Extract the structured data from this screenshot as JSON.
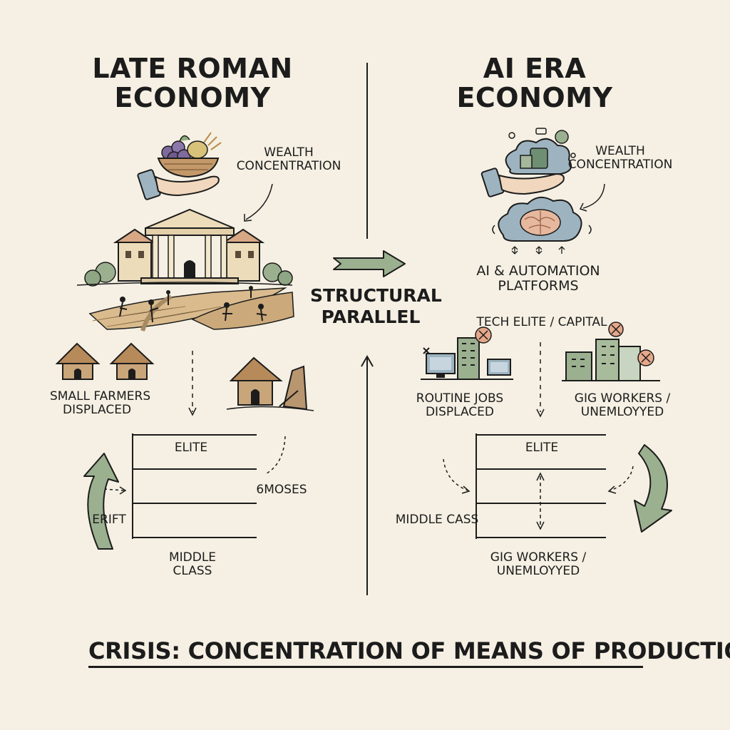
{
  "left": {
    "title_line1": "LATE ROMAN",
    "title_line2": "ECONOMY",
    "wealth_label_line1": "WEALTH",
    "wealth_label_line2": "CONCENTRATION",
    "farmers_line1": "SMALL FARMERS",
    "farmers_line2": "DISPLACED",
    "strata_top": "ELITE",
    "strata_side": "6MOSES",
    "strata_shift": "ERIFT",
    "strata_bottom_line1": "MIDDLE",
    "strata_bottom_line2": "CLASS"
  },
  "center": {
    "line1": "STRUCTURAL",
    "line2": "PARALLEL"
  },
  "right": {
    "title_line1": "AI ERA",
    "title_line2": "ECONOMY",
    "wealth_label_line1": "WEALTH",
    "wealth_label_line2": "CONCENTRATION",
    "platforms_line1": "AI & AUTOMATION",
    "platforms_line2": "PLATFORMS",
    "tech_elite": "TECH ELITE / CAPITAL",
    "routine_line1": "ROUTINE JOBS",
    "routine_line2": "DISPLACED",
    "gig_top_line1": "GIG WORKERS /",
    "gig_top_line2": "UNEMLOYYED",
    "strata_top": "ELITE",
    "strata_middle": "MIDDLE CASS",
    "gig_bottom_line1": "GIG WORKERS /",
    "gig_bottom_line2": "UNEMLOYYED"
  },
  "footer": {
    "crisis": "CRISIS: CONCENTRATION OF MEANS OF PRODUCTION"
  },
  "colors": {
    "background": "#f5f0e3",
    "ink": "#1c1c1c",
    "sage_green": "#9bb08f",
    "slate_blue": "#9db3c0",
    "brick": "#d8a784",
    "straw": "#b78a5a"
  }
}
